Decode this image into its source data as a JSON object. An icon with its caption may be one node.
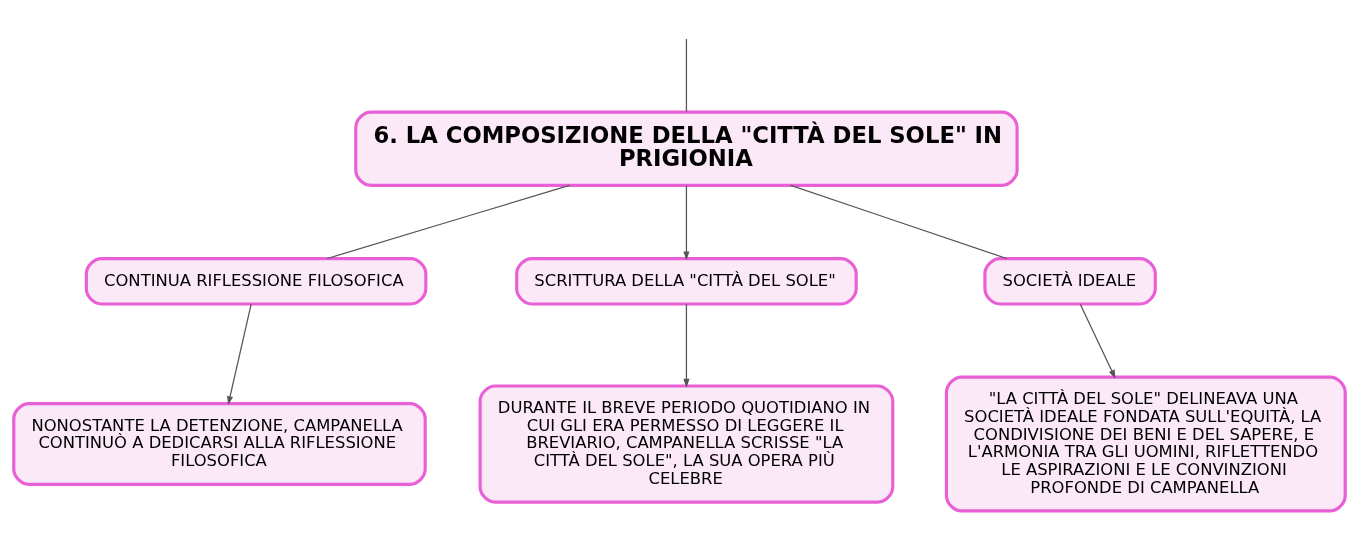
{
  "diagram": {
    "nodes": [
      {
        "text": [
          "6. LA COMPOSIZIONE DELLA \"CITTÀ DEL SOLE\" IN PRIGIONIA"
        ]
      },
      {
        "text": [
          "CONTINUA RIFLESSIONE FILOSOFICA"
        ]
      },
      {
        "text": [
          "SCRITTURA DELLA \"CITTÀ DEL SOLE\""
        ]
      },
      {
        "text": [
          "SOCIETÀ IDEALE"
        ]
      },
      {
        "text": [
          "NONOSTANTE LA DETENZIONE, CAMPANELLA CONTINUÒ A DEDICARSI ALLA RIFLESSIONE FILOSOFICA"
        ]
      },
      {
        "text": [
          "DURANTE IL BREVE PERIODO QUOTIDIANO IN CUI GLI ERA PERMESSO DI LEGGERE IL BREVIARIO, CAMPANELLA SCRISSE \"LA CITTÀ DEL SOLE\", LA SUA OPERA PIÙ CELEBRE"
        ]
      },
      {
        "text": [
          "\"LA CITTÀ DEL SOLE\" DELINEAVA UNA SOCIETÀ IDEALE FONDATA SULL'EQUITÀ, LA CONDIVISIONE DEI BENI E DEL SAPERE, E L'ARMONIA TRA GLI UOMINI, RIFLETTENDO LE ASPIRAZIONI E LE CONVINZIONI PROFONDE DI CAMPANELLA"
        ]
      }
    ],
    "edges": [
      {
        "from": null,
        "to": 0,
        "arrow": "none"
      },
      {
        "from": 0,
        "to": 1,
        "arrow": "none"
      },
      {
        "from": 0,
        "to": 2,
        "arrow": "to"
      },
      {
        "from": 0,
        "to": 3,
        "arrow": "none"
      },
      {
        "from": 1,
        "to": 4,
        "arrow": "to"
      },
      {
        "from": 2,
        "to": 5,
        "arrow": "to"
      },
      {
        "from": 3,
        "to": 6,
        "arrow": "to"
      }
    ]
  }
}
